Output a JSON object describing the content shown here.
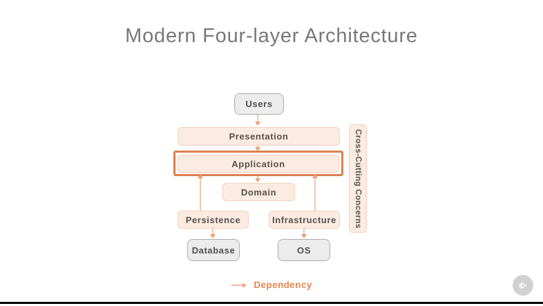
{
  "title": "Modern Four-layer Architecture",
  "nodes": {
    "users": "Users",
    "presentation": "Presentation",
    "application": "Application",
    "domain": "Domain",
    "persistence": "Persistence",
    "infrastructure": "Infrastructure",
    "database": "Database",
    "os": "OS",
    "cross_cutting": "Cross-Cutting Concerns"
  },
  "edges": [
    {
      "from": "Users",
      "to": "Presentation"
    },
    {
      "from": "Presentation",
      "to": "Application"
    },
    {
      "from": "Application",
      "to": "Domain"
    },
    {
      "from": "Persistence",
      "to": "Application"
    },
    {
      "from": "Infrastructure",
      "to": "Application"
    },
    {
      "from": "Persistence",
      "to": "Database"
    },
    {
      "from": "Infrastructure",
      "to": "OS"
    }
  ],
  "highlighted_node": "Application",
  "legend": {
    "label": "Dependency",
    "icon": "arrow-right-icon"
  },
  "colors": {
    "peach_fill": "#fcebe1",
    "peach_border": "#f6cfba",
    "gray_fill": "#ececec",
    "gray_border": "#ababab",
    "highlight_border": "#dd7f4e",
    "arrow_line": "#f3c5aa",
    "arrow_head": "#eb9e78",
    "legend_text": "#e8854e",
    "title_text": "#77787b",
    "label_text": "#55514d"
  },
  "player": {
    "icon": "skip-next-icon"
  }
}
